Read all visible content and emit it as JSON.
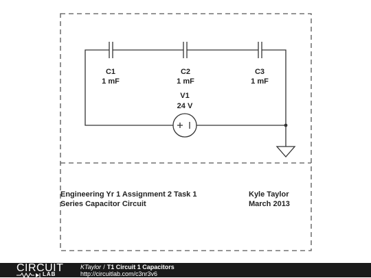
{
  "components": {
    "c1": {
      "name": "C1",
      "value": "1 mF"
    },
    "c2": {
      "name": "C2",
      "value": "1 mF"
    },
    "c3": {
      "name": "C3",
      "value": "1 mF"
    },
    "v1": {
      "name": "V1",
      "value": "24 V"
    }
  },
  "title_block": {
    "line1": "Engineering Yr 1 Assignment 2 Task 1",
    "line2": "Series Capacitor Circuit",
    "author": "Kyle Taylor",
    "date": "March 2013"
  },
  "footer": {
    "logo_top": "CIRCUIT",
    "logo_bottom": "LAB",
    "author": "KTaylor",
    "separator": "/",
    "title": "T1 Circuit 1 Capacitors",
    "url": "http://circuitlab.com/c3nr3v6"
  },
  "colors": {
    "ink": "#333333",
    "footer_bg": "#1a1a1a"
  }
}
